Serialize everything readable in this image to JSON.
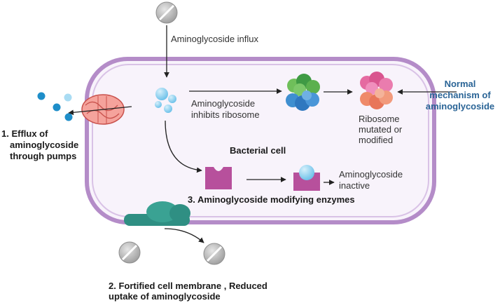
{
  "labels": {
    "influx": "Aminoglycoside influx",
    "inhibits_line1": "Aminoglycoside",
    "inhibits_line2": "inhibits ribosome",
    "ribosome_line1": "Ribosome",
    "ribosome_line2": "mutated or",
    "ribosome_line3": "modified",
    "normal_line1": "Normal",
    "normal_line2": "mechanism of",
    "normal_line3": "aminoglycoside",
    "efflux_line1": "1.  Efflux of",
    "efflux_line2": "aminoglycoside",
    "efflux_line3": "through pumps",
    "bacterial_cell": "Bacterial cell",
    "inactive_line1": "Aminoglycoside",
    "inactive_line2": "inactive",
    "modifying": "3. Aminoglycoside modifying enzymes",
    "fortified_line1": "2. Fortified cell membrane , Reduced",
    "fortified_line2": "uptake of aminoglycoside"
  },
  "colors": {
    "membrane": "#b48cc8",
    "cell_fill": "#f8f3fb",
    "enzyme": "#b7509c",
    "pump": "#f08a84",
    "porin": "#3a9a8a",
    "drug_blue": "#7ec9ec",
    "drug_dark": "#1e8ec9",
    "normal_text": "#2a6496",
    "pill": "#b5b5b5"
  }
}
